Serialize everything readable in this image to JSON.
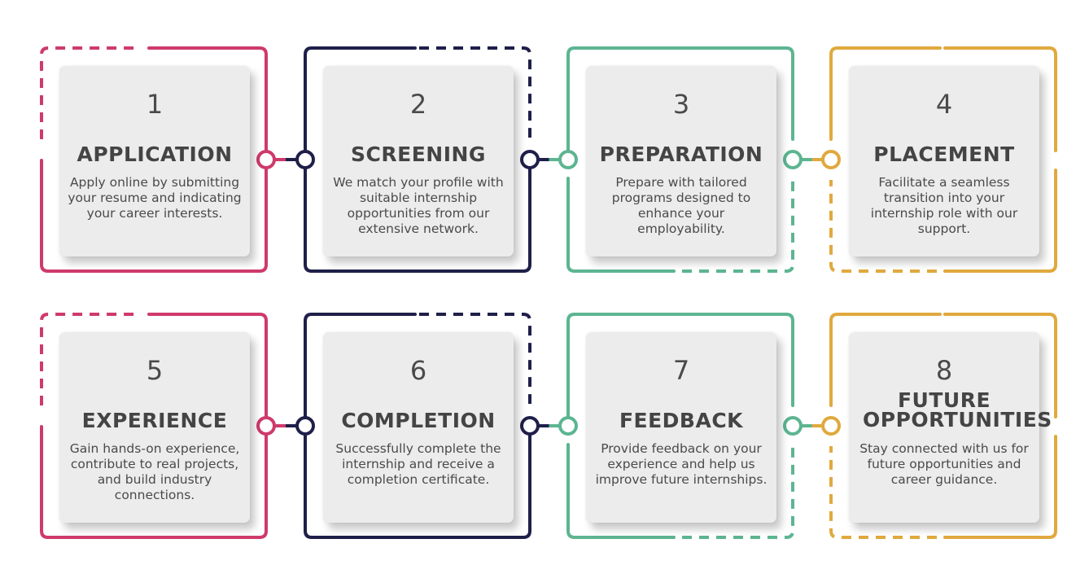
{
  "steps": [
    {
      "number": "1",
      "title": "APPLICATION",
      "description": "Apply online by submitting your resume and indicating your career interests.",
      "color": "#cf3a6b"
    },
    {
      "number": "2",
      "title": "SCREENING",
      "description": "We match your profile with suitable internship opportunities from our extensive network.",
      "color": "#1f1f4a"
    },
    {
      "number": "3",
      "title": "PREPARATION",
      "description": "Prepare with tailored programs designed to enhance your employability.",
      "color": "#5cb591"
    },
    {
      "number": "4",
      "title": "PLACEMENT",
      "description": "Facilitate a seamless transition into your internship role with our support.",
      "color": "#e0a93e"
    },
    {
      "number": "5",
      "title": "EXPERIENCE",
      "description": "Gain hands-on experience, contribute to real projects, and build industry connections.",
      "color": "#cf3a6b"
    },
    {
      "number": "6",
      "title": "COMPLETION",
      "description": "Successfully complete the internship and receive a completion certificate.",
      "color": "#1f1f4a"
    },
    {
      "number": "7",
      "title": "FEEDBACK",
      "description": "Provide feedback on your experience and help us improve future internships.",
      "color": "#5cb591"
    },
    {
      "number": "8",
      "title": "FUTURE OPPORTUNITIES",
      "description": "Stay connected with us for future opportunities and career guidance.",
      "color": "#e0a93e"
    }
  ]
}
